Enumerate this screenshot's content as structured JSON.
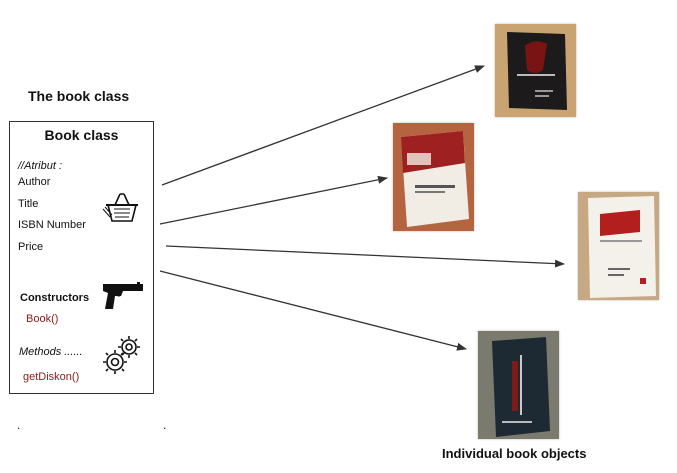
{
  "diagram": {
    "heading": "The book class",
    "class_box": {
      "title": "Book class",
      "attributes_header": "//Atribut :",
      "attributes": [
        "Author",
        "Title",
        "ISBN Number",
        "Price"
      ],
      "constructors_label": "Constructors",
      "constructor": "Book()",
      "methods_label": "Methods ......",
      "method": "getDiskon()"
    },
    "dot_left": ".",
    "dot_right": ".",
    "footer": "Individual book objects",
    "colors": {
      "accent_red": "#8b1a1a",
      "arrow": "#333333"
    },
    "icons": [
      "basket-icon",
      "gun-icon",
      "gears-icon",
      "book-photo"
    ]
  }
}
